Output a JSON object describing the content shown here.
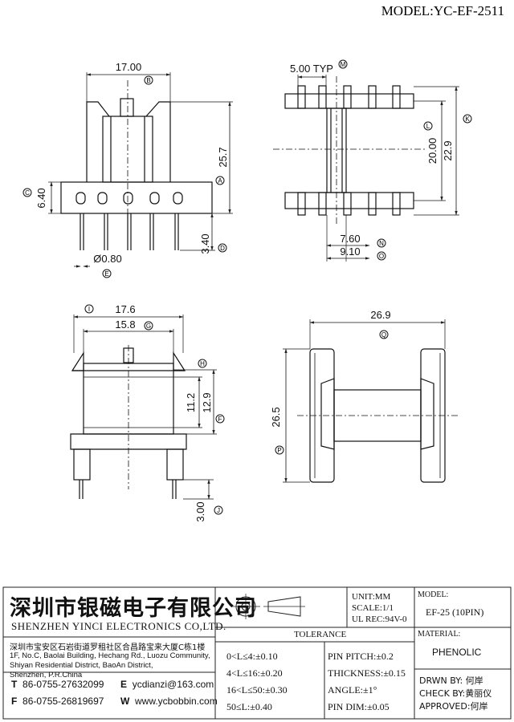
{
  "header": {
    "model_title": "MODEL:YC-EF-2511"
  },
  "dimensions": {
    "front": {
      "width": "17.00",
      "width_tag": "B",
      "height": "25.7",
      "height_tag": "A",
      "base_height": "6.40",
      "base_tag": "C",
      "pin_length": "3.40",
      "pin_tag": "D",
      "pin_diameter": "Ø0.80",
      "pin_diameter_tag": "E"
    },
    "top": {
      "pitch": "5.00 TYP",
      "pitch_tag": "M",
      "inner_span": "20.00",
      "inner_tag": "L",
      "outer_span": "22.9",
      "outer_tag": "K",
      "core_inner": "7.60",
      "core_inner_tag": "N",
      "core_outer": "9.10",
      "core_outer_tag": "O"
    },
    "side": {
      "outer_width": "17.6",
      "outer_tag": "I",
      "inner_width": "15.8",
      "inner_tag": "G",
      "window_inner": "11.2",
      "window_outer": "12.9",
      "window_top_tag": "H",
      "window_side_tag": "F",
      "pin_length": "3.00",
      "pin_tag": "J"
    },
    "end": {
      "length": "26.9",
      "length_tag": "Q",
      "height": "26.5",
      "height_tag": "P"
    }
  },
  "company": {
    "name_cn": "深圳市银磁电子有限公司",
    "name_en": "SHENZHEN YINCI ELECTRONICS CO,LTD.",
    "address_cn": "深圳市宝安区石岩街道罗租社区合昌路宝来大厦C栋1楼",
    "address_en": [
      "1F, No.C, Baolai Building, Hechang Rd., Luozu Community,",
      "Shiyan Residential District, BaoAn District,",
      "Shenzhen, P.R.China"
    ],
    "tel_label": "T",
    "tel": "86-0755-27632099",
    "fax_label": "F",
    "fax": "86-0755-26819697",
    "email_label": "E",
    "email": "ycdianzi@163.com",
    "web_label": "W",
    "web": "www.ycbobbin.com"
  },
  "specs": {
    "unit": "UNIT:MM",
    "scale": "SCALE:1/1",
    "ul": "UL REC:94V-0",
    "model_label": "MODEL:",
    "model_value": "EF-25 (10PIN)",
    "material_label": "MATERIAL:",
    "material_value": "PHENOLIC",
    "drawn_by": "DRWN BY: 何岸",
    "checked_by": "CHECK BY:黄丽仪",
    "approved_by": "APPROVED:何岸"
  },
  "tolerance": {
    "title": "TOLERANCE",
    "left": [
      "0<L≤4:±0.10",
      "4<L≤16:±0.20",
      "16<L≤50:±0.30",
      "50≤L:±0.40"
    ],
    "right": [
      "PIN PITCH:±0.2",
      "THICKNESS:±0.15",
      "ANGLE:±1°",
      "PIN DIM:±0.05"
    ]
  }
}
